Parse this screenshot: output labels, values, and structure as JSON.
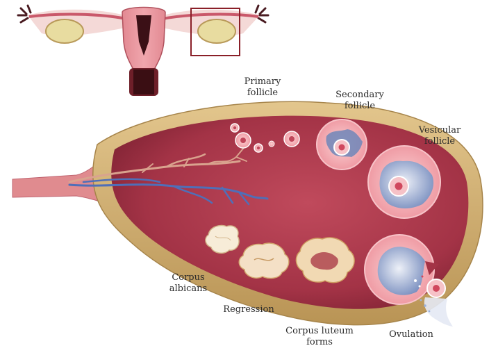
{
  "labels": {
    "primary_follicle": [
      "Primary",
      "follicle"
    ],
    "secondary_follicle": [
      "Secondary",
      "follicle"
    ],
    "vesicular_follicle": [
      "Vesicular",
      "follicle"
    ],
    "corpus_albicans": [
      "Corpus",
      "albicans"
    ],
    "regression": "Regression",
    "corpus_luteum_forms": [
      "Corpus luteum",
      "forms"
    ],
    "ovulation": "Ovulation"
  },
  "colors": {
    "ovary_rim": "#d8b77a",
    "ovary_inner": "#a83a4c",
    "uterus": "#d9707a",
    "follicle_pink": "#f4a9b0",
    "follicle_blue": "#6f86b8",
    "highlight_box": "#8a1f28"
  }
}
